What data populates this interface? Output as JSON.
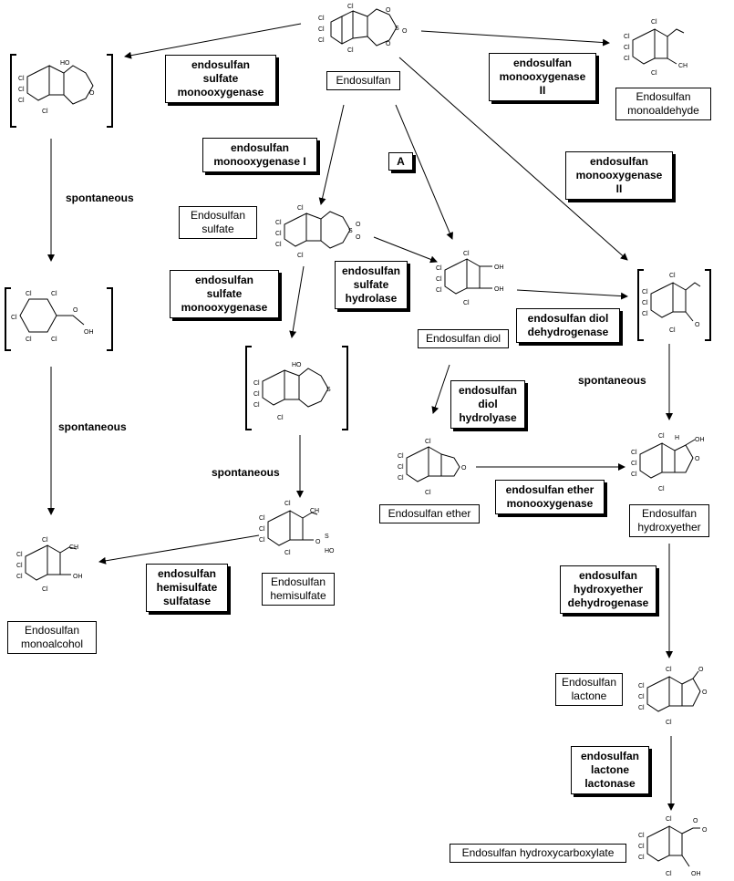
{
  "compounds": {
    "endosulfan": "Endosulfan",
    "monoaldehyde": "Endosulfan\nmonoaldehyde",
    "sulfate": "Endosulfan\nsulfate",
    "diol": "Endosulfan diol",
    "ether": "Endosulfan ether",
    "hydroxyether": "Endosulfan\nhydroxyether",
    "hemisulfate": "Endosulfan\nhemisulfate",
    "monoalcohol": "Endosulfan\nmonoalcohol",
    "lactone": "Endosulfan\nlactone",
    "hydroxycarboxylate": "Endosulfan hydroxycarboxylate"
  },
  "enzymes": {
    "sulfate_monooxygenase_top": "endosulfan\nsulfate\nmonooxygenase",
    "monooxygenase_ii_top": "endosulfan\nmonooxygenase\nII",
    "monooxygenase_i": "endosulfan\nmonooxygenase I",
    "monooxygenase_ii_mid": "endosulfan\nmonooxygenase\nII",
    "sulfate_monooxygenase_mid": "endosulfan\nsulfate\nmonooxygenase",
    "sulfate_hydrolase": "endosulfan\nsulfate\nhydrolase",
    "diol_dehydrogenase": "endosulfan diol\ndehydrogenase",
    "diol_hydrolyase": "endosulfan\ndiol\nhydrolyase",
    "ether_monooxygenase": "endosulfan ether\nmonooxygenase",
    "hemisulfate_sulfatase": "endosulfan\nhemisulfate\nsulfatase",
    "hydroxyether_dehydrogenase": "endosulfan\nhydroxyether\ndehydrogenase",
    "lactone_lactonase": "endosulfan\nlactone\nlactonase"
  },
  "step_labels": {
    "spontaneous_1": "spontaneous",
    "spontaneous_2": "spontaneous",
    "spontaneous_3": "spontaneous",
    "spontaneous_4": "spontaneous"
  },
  "tag_a": "A",
  "atoms": {
    "cl": "Cl",
    "o": "O",
    "s": "S",
    "ho": "HO",
    "oh": "OH",
    "ch2": "CH",
    "ch3": "CH",
    "h": "H",
    "o_minus": "O"
  }
}
